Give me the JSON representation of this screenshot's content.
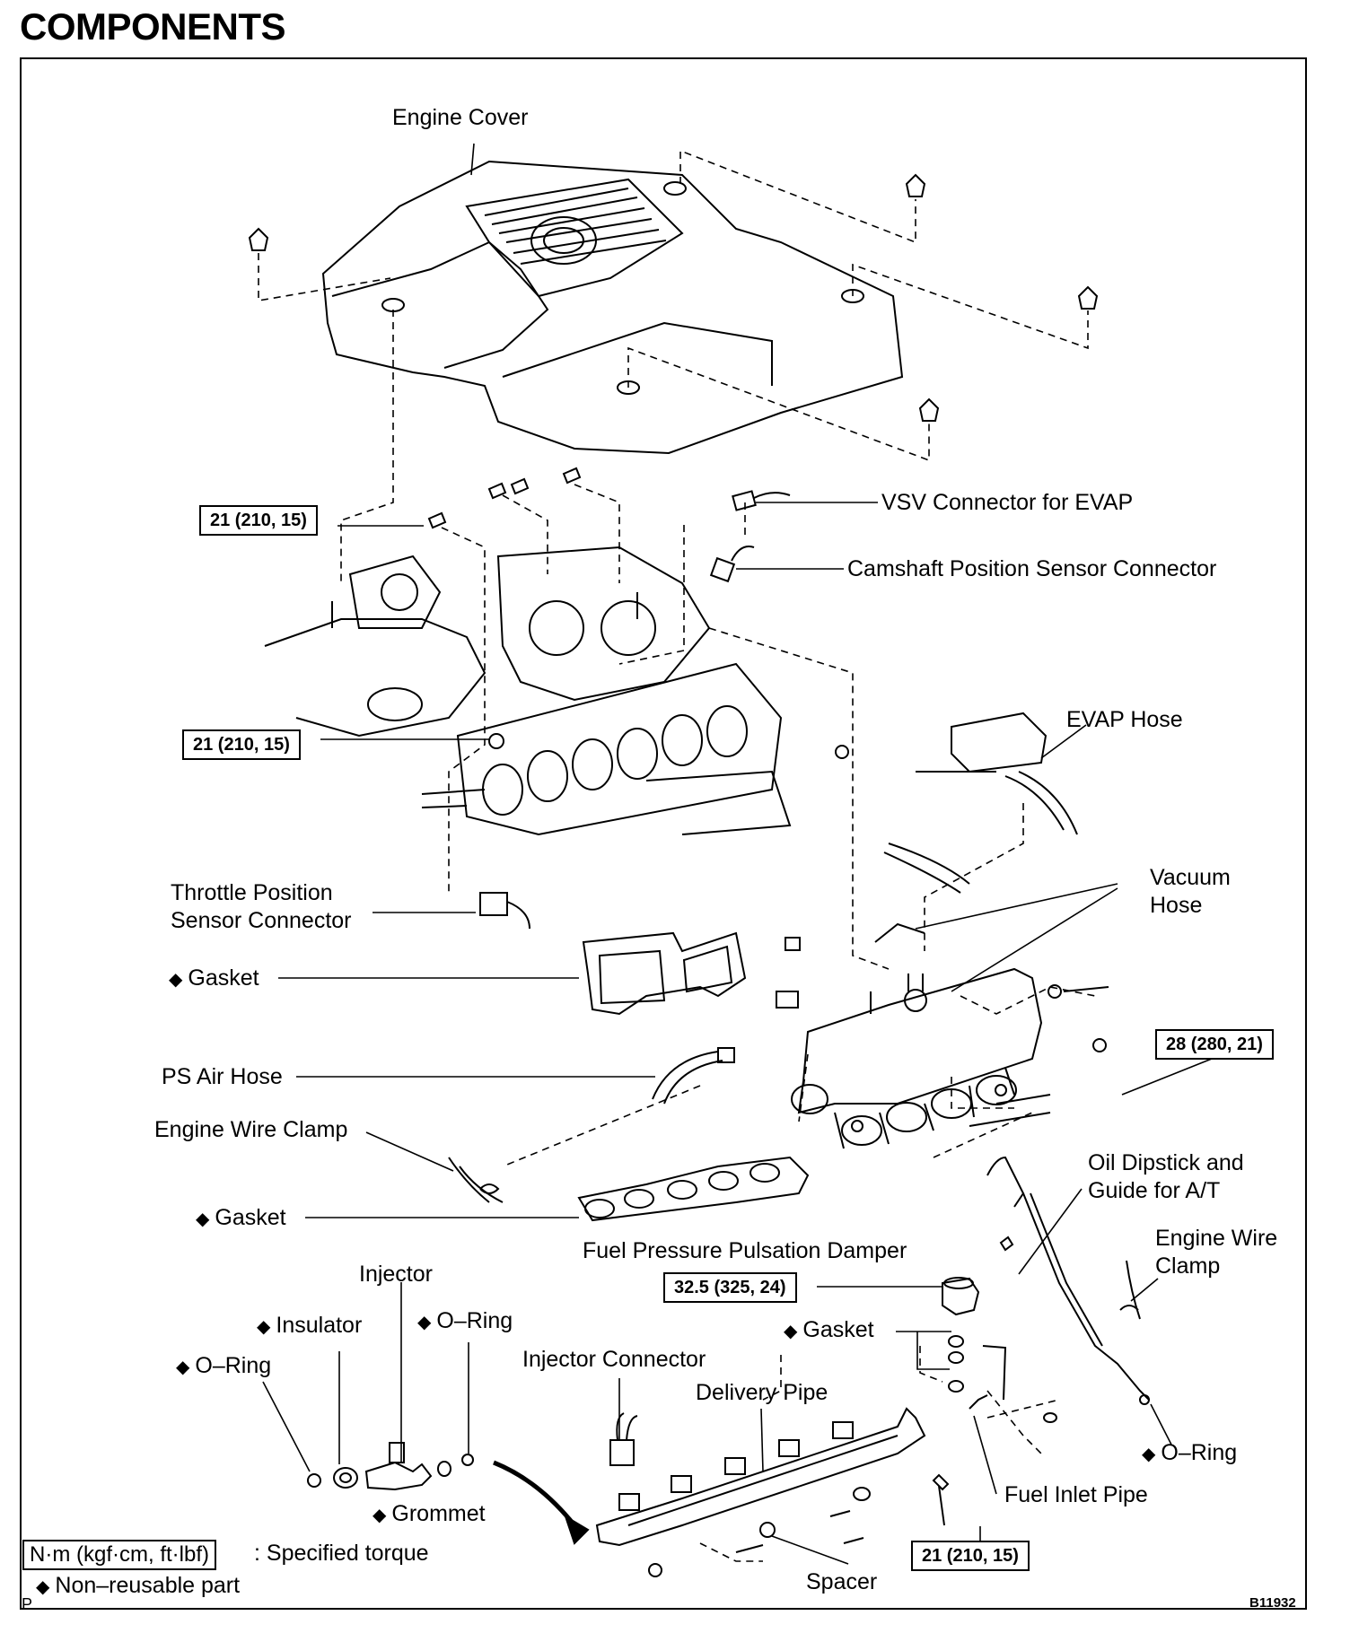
{
  "title": "COMPONENTS",
  "non_reusable_symbol": "◆",
  "labels": {
    "engine_cover": "Engine Cover",
    "vsv_connector": "VSV Connector for EVAP",
    "camshaft_connector": "Camshaft Position Sensor Connector",
    "evap_hose": "EVAP Hose",
    "vacuum_hose": "Vacuum\nHose",
    "throttle_sensor": "Throttle Position\nSensor Connector",
    "gasket_upper": "Gasket",
    "ps_air_hose": "PS Air Hose",
    "engine_wire_clamp_left": "Engine Wire Clamp",
    "gasket_lower": "Gasket",
    "oil_dipstick": "Oil Dipstick and\nGuide for A/T",
    "engine_wire_clamp_right": "Engine Wire\nClamp",
    "fuel_damper": "Fuel Pressure Pulsation Damper",
    "injector": "Injector",
    "insulator": "Insulator",
    "o_ring_mid": "O–Ring",
    "o_ring_left": "O–Ring",
    "gasket_damper": "Gasket",
    "injector_connector": "Injector Connector",
    "delivery_pipe": "Delivery Pipe",
    "o_ring_right": "O–Ring",
    "grommet": "Grommet",
    "fuel_inlet_pipe": "Fuel Inlet Pipe",
    "spacer": "Spacer"
  },
  "torques": {
    "t1": "21 (210, 15)",
    "t2": "21 (210, 15)",
    "t3": "28 (280, 21)",
    "t4": "32.5 (325, 24)",
    "t5": "21 (210, 15)"
  },
  "legend": {
    "unit_box": "N·m (kgf·cm, ft·lbf)",
    "unit_text": ": Specified torque",
    "nonreusable_text": "Non–reusable part"
  },
  "figure_code": "B11932",
  "page_mark": "P"
}
